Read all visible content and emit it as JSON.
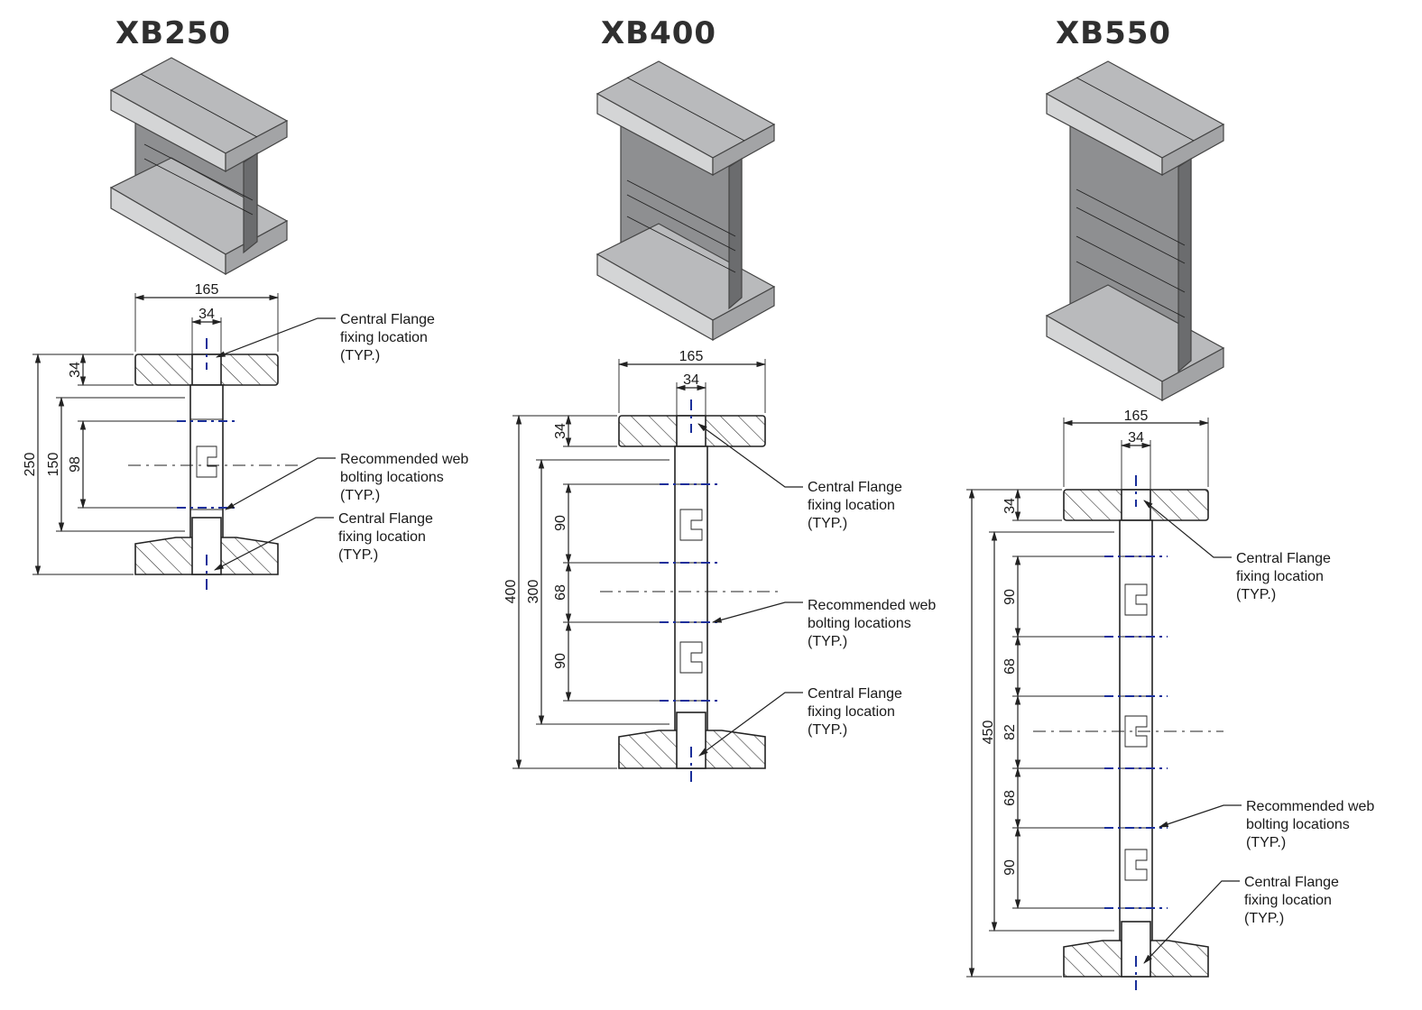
{
  "beams": [
    {
      "title": "XB250",
      "dims": {
        "overall_width": "165",
        "web_width": "34",
        "flange_thickness": "34",
        "overall_height": "250",
        "inner_height": "150",
        "bolt_spacing": "98"
      },
      "labels": {
        "flange_top": [
          "Central Flange",
          "fixing location",
          "(TYP.)"
        ],
        "web_bolting": [
          "Recommended web",
          "bolting locations",
          "(TYP.)"
        ],
        "flange_bottom": [
          "Central Flange",
          "fixing location",
          "(TYP.)"
        ]
      }
    },
    {
      "title": "XB400",
      "dims": {
        "overall_width": "165",
        "web_width": "34",
        "flange_thickness": "34",
        "overall_height": "400",
        "inner_height": "300",
        "bolt_spacing_1": "90",
        "bolt_spacing_2": "68",
        "bolt_spacing_3": "90"
      },
      "labels": {
        "flange_top": [
          "Central Flange",
          "fixing location",
          "(TYP.)"
        ],
        "web_bolting": [
          "Recommended web",
          "bolting locations",
          "(TYP.)"
        ],
        "flange_bottom": [
          "Central Flange",
          "fixing location",
          "(TYP.)"
        ]
      }
    },
    {
      "title": "XB550",
      "dims": {
        "overall_width": "165",
        "web_width": "34",
        "flange_thickness": "34",
        "overall_height": "450",
        "bolt_spacing_1": "90",
        "bolt_spacing_2": "68",
        "bolt_spacing_3": "82",
        "bolt_spacing_4": "68",
        "bolt_spacing_5": "90"
      },
      "labels": {
        "flange_top": [
          "Central Flange",
          "fixing location",
          "(TYP.)"
        ],
        "web_bolting": [
          "Recommended web",
          "bolting locations",
          "(TYP.)"
        ],
        "flange_bottom": [
          "Central Flange",
          "fixing location",
          "(TYP.)"
        ]
      }
    }
  ]
}
